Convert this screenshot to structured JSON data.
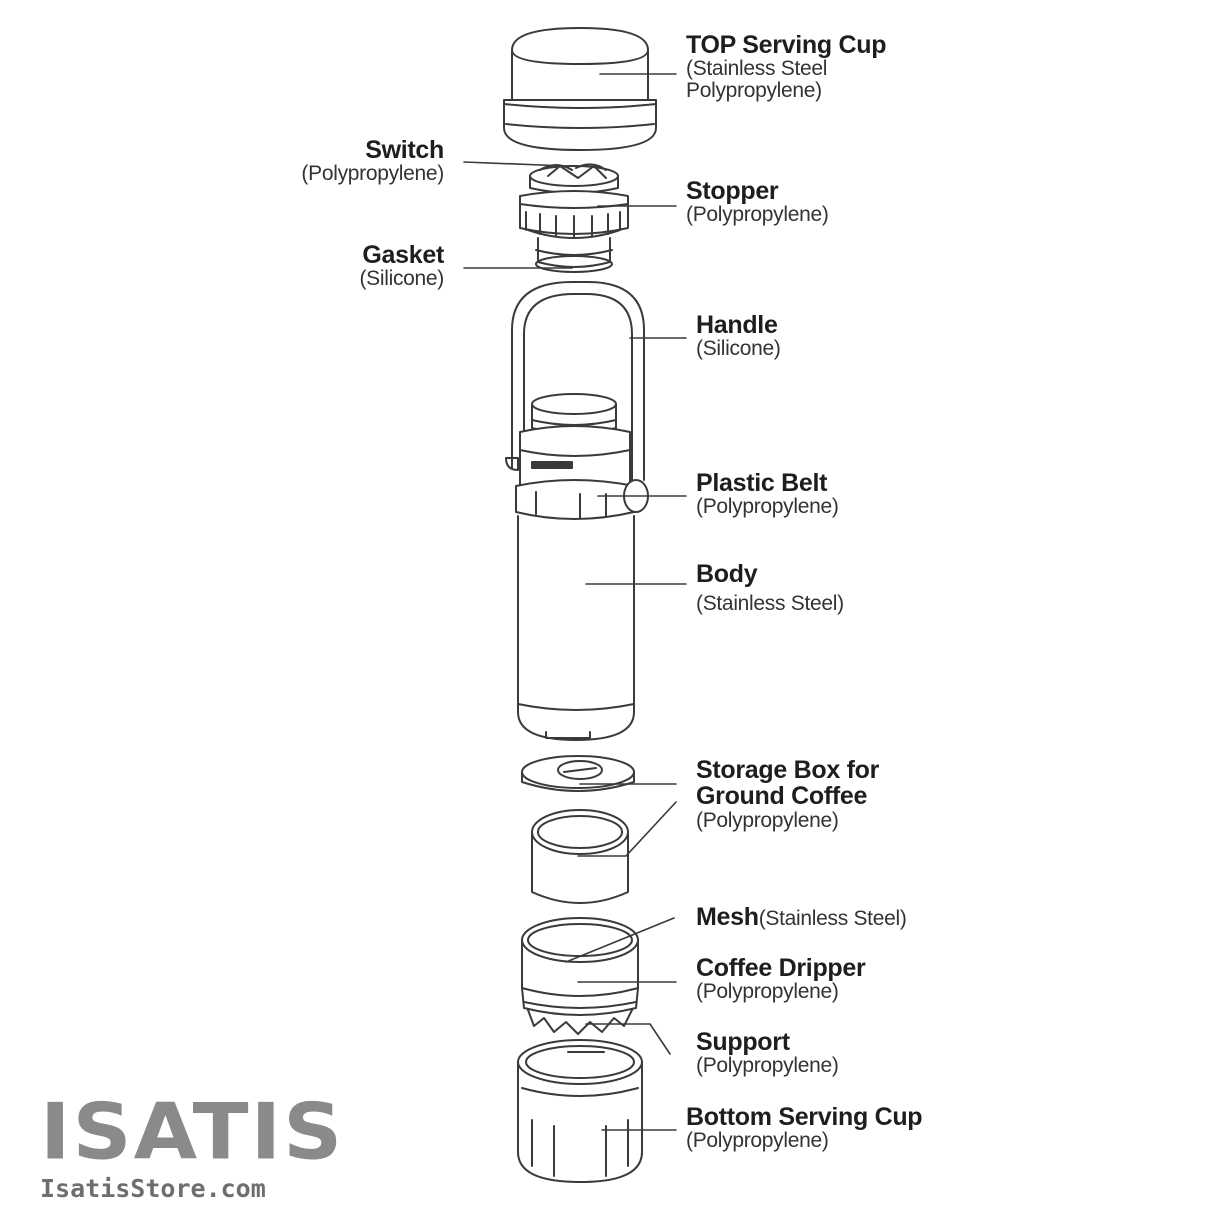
{
  "parts": {
    "top_serving_cup": {
      "name": "TOP Serving Cup",
      "material_line1": "(Stainless Steel",
      "material_line2": "Polypropylene)"
    },
    "switch": {
      "name": "Switch",
      "material": "(Polypropylene)"
    },
    "stopper": {
      "name": "Stopper",
      "material": "(Polypropylene)"
    },
    "gasket": {
      "name": "Gasket",
      "material": "(Silicone)"
    },
    "handle": {
      "name": "Handle",
      "material": "(Silicone)"
    },
    "plastic_belt": {
      "name": "Plastic Belt",
      "material": "(Polypropylene)"
    },
    "body": {
      "name": "Body",
      "material": "(Stainless Steel)"
    },
    "storage_box": {
      "name_line1": "Storage Box for",
      "name_line2": "Ground Coffee",
      "material": "(Polypropylene)"
    },
    "mesh": {
      "name": "Mesh",
      "material": "(Stainless Steel)"
    },
    "coffee_dripper": {
      "name": "Coffee Dripper",
      "material": "(Polypropylene)"
    },
    "support": {
      "name": "Support",
      "material": "(Polypropylene)"
    },
    "bottom_serving_cup": {
      "name": "Bottom Serving Cup",
      "material": "(Polypropylene)"
    }
  },
  "logo": {
    "mark": "ISATIS",
    "url": "IsatisStore.com"
  },
  "colors": {
    "line": "#3a3a3a",
    "logo": "#8a8a8a"
  }
}
